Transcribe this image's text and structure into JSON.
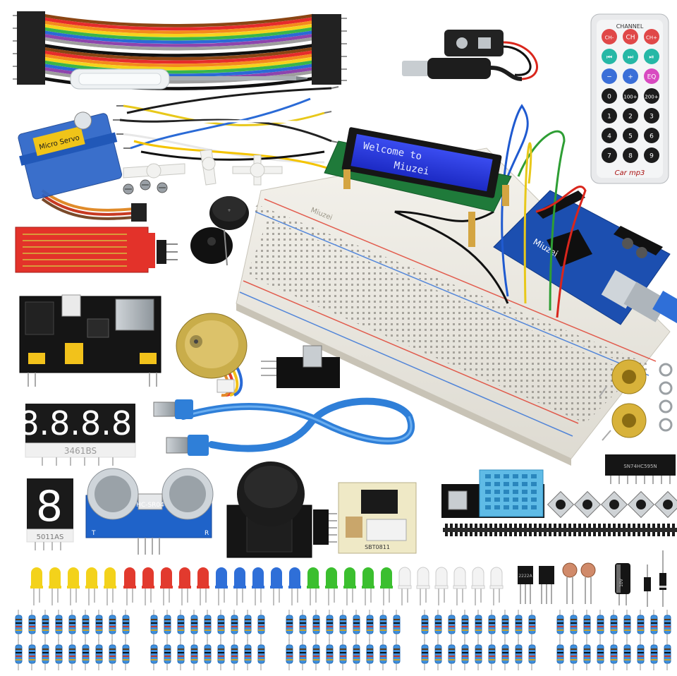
{
  "lcd": {
    "line1": "Welcome to",
    "line2": "Miuzei"
  },
  "remote": {
    "header": "CHANNEL",
    "keys": [
      "CH-",
      "CH",
      "CH+",
      "⏮",
      "⏭",
      "⏯",
      "−",
      "+",
      "EQ",
      "0",
      "100+",
      "200+",
      "1",
      "2",
      "3",
      "4",
      "5",
      "6",
      "7",
      "8",
      "9"
    ],
    "sublabels": [
      "PREV",
      "NEXT",
      "PLAY/PAUSE",
      "VOL-",
      "VOL+"
    ],
    "brand": "Car mp3"
  },
  "breadboard": {
    "brand": "Miuzei"
  },
  "uno": {
    "brand": "Miuzei"
  },
  "seg4": {
    "digits": "8.8.8.8.",
    "part": "3461BS"
  },
  "seg1": {
    "digit": "8",
    "part": "5011AS"
  },
  "ultrasonic": {
    "model": "HC-SR04",
    "t": "T",
    "r": "R"
  },
  "driver": {
    "label": "SBT0811"
  },
  "servo": {
    "label": "Micro Servo"
  },
  "ic": {
    "label": "SN74HC595N"
  },
  "transistor": {
    "label": "2222A"
  },
  "capacitor": {
    "label": "10V"
  },
  "colors": {
    "red": "#e23a2e",
    "blue": "#2f6fd8",
    "green": "#3bbf2f",
    "yellow": "#f3d21b",
    "pcb": "#1a3f8f"
  }
}
